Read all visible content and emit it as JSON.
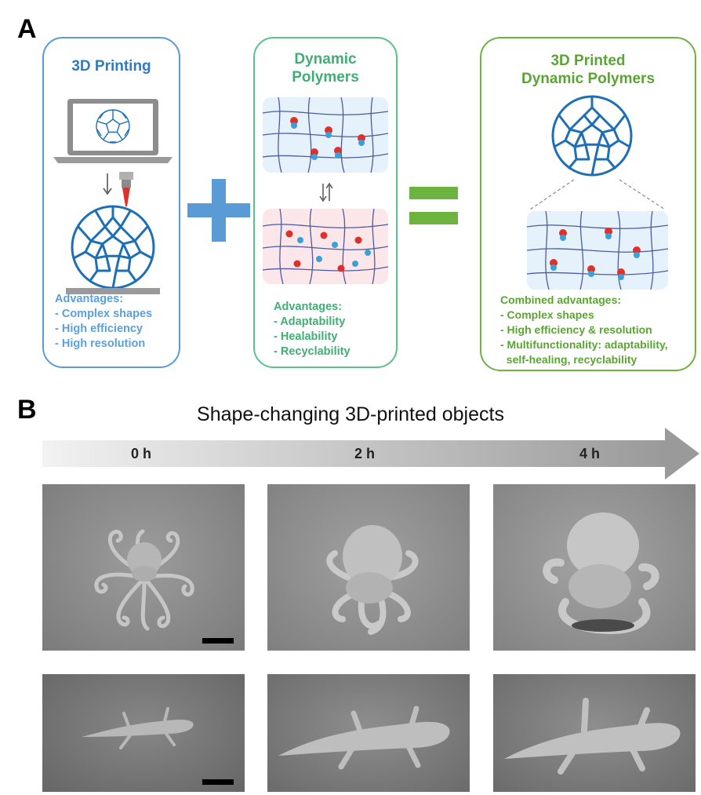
{
  "panel_a": {
    "letter": "A",
    "card1": {
      "title": "3D Printing",
      "advantages_heading": "Advantages:",
      "advantages": [
        "- Complex shapes",
        "- High efficiency",
        "- High resolution"
      ]
    },
    "card2": {
      "title_line1": "Dynamic",
      "title_line2": "Polymers",
      "advantages_heading": "Advantages:",
      "advantages": [
        "- Adaptability",
        "- Healability",
        "- Recyclability"
      ]
    },
    "card3": {
      "title_line1": "3D Printed",
      "title_line2": "Dynamic Polymers",
      "advantages_heading": "Combined advantages:",
      "advantages": [
        "- Complex shapes",
        "- High efficiency & resolution",
        "- Multifunctionality: adaptability,",
        "  self-healing, recyclability"
      ]
    },
    "plus_symbol": "+",
    "equals_symbol": "="
  },
  "panel_b": {
    "letter": "B",
    "title": "Shape-changing 3D-printed objects",
    "time_labels": [
      "0 h",
      "2 h",
      "4 h"
    ]
  },
  "colors": {
    "blue": "#4a90d0",
    "blue_text": "#2e7bc0",
    "light_blue_text": "#5aa0dc",
    "teal": "#5cc08a",
    "teal_text": "#3fae74",
    "green": "#6db33f",
    "green_text": "#5aa532",
    "molecule_blue": "#1f6fb5"
  }
}
